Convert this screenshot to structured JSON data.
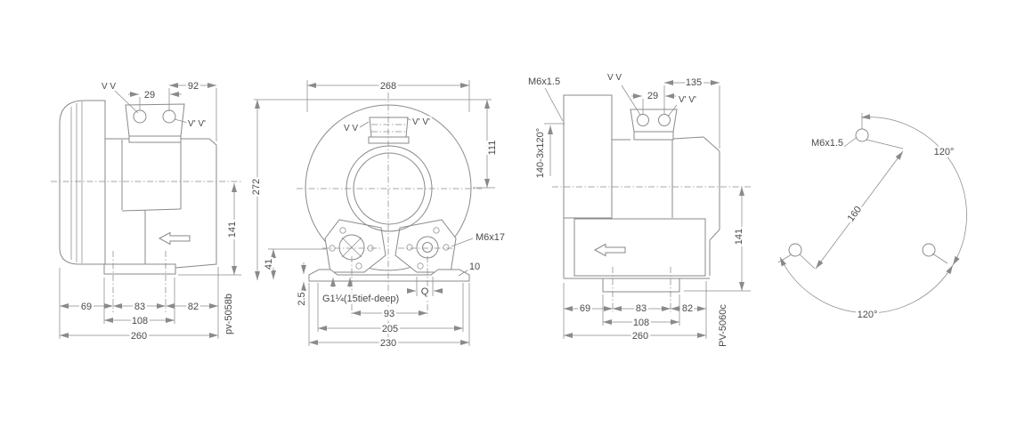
{
  "theme": {
    "bg": "#ffffff",
    "line": "#8a8a8a",
    "text": "#4a4a4a"
  },
  "views": {
    "side_view_left": {
      "part_number": "pv-5058b",
      "section_labels": {
        "vv": "V V",
        "vv_prime": "V' V'"
      },
      "dims": {
        "port_hole_offset": "29",
        "port_to_edge": "92",
        "center_to_base": "141",
        "base_left": "69",
        "bolt_spacing": "83",
        "base_right": "82",
        "foot_width": "108",
        "overall_width": "260"
      }
    },
    "front_view": {
      "section_labels": {
        "vv": "V V",
        "vv_prime": "V' V'"
      },
      "annotations": {
        "bolt": "M6x17",
        "thread": "G1¼(15tief-deep)",
        "hole_dia": "Q",
        "base_edge": "10"
      },
      "dims": {
        "overall_width": "268",
        "overall_height": "272",
        "port_center_height": "111",
        "foot_hole_height": "41",
        "base_thickness": "2.5",
        "foot_hole_spacing": "93",
        "base_hole_spacing": "205",
        "base_width": "230"
      }
    },
    "side_view_right": {
      "part_number": "PV-5060c",
      "section_labels": {
        "vv": "V V",
        "vv_prime": "V' V'"
      },
      "annotations": {
        "thread": "M6x1.5",
        "bolt_circle": "140-3x120°"
      },
      "dims": {
        "port_hole_offset": "29",
        "port_to_edge": "135",
        "center_to_base": "141",
        "base_left": "69",
        "bolt_spacing": "83",
        "base_right": "82",
        "foot_width": "108",
        "overall_width": "260"
      }
    },
    "bolt_circle_view": {
      "annotations": {
        "thread": "M6x1.5"
      },
      "dims": {
        "bolt_circle_dia": "160",
        "angle_top": "120°",
        "angle_bottom": "120°"
      }
    }
  }
}
